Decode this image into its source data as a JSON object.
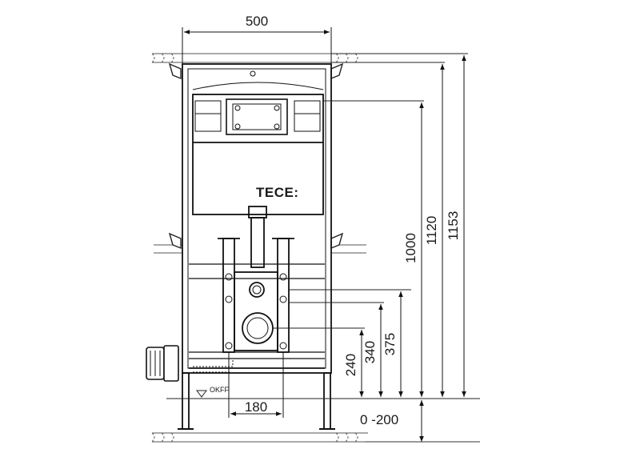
{
  "diagram": {
    "brand": "TECE:",
    "floor_label": "OKFF",
    "dimensions": {
      "frame_width": "500",
      "pipe_spacing": "180",
      "height_240": "240",
      "height_340": "340",
      "height_375": "375",
      "height_1000": "1000",
      "height_1120": "1120",
      "height_1153": "1153",
      "foot_range": "0 -200"
    }
  }
}
